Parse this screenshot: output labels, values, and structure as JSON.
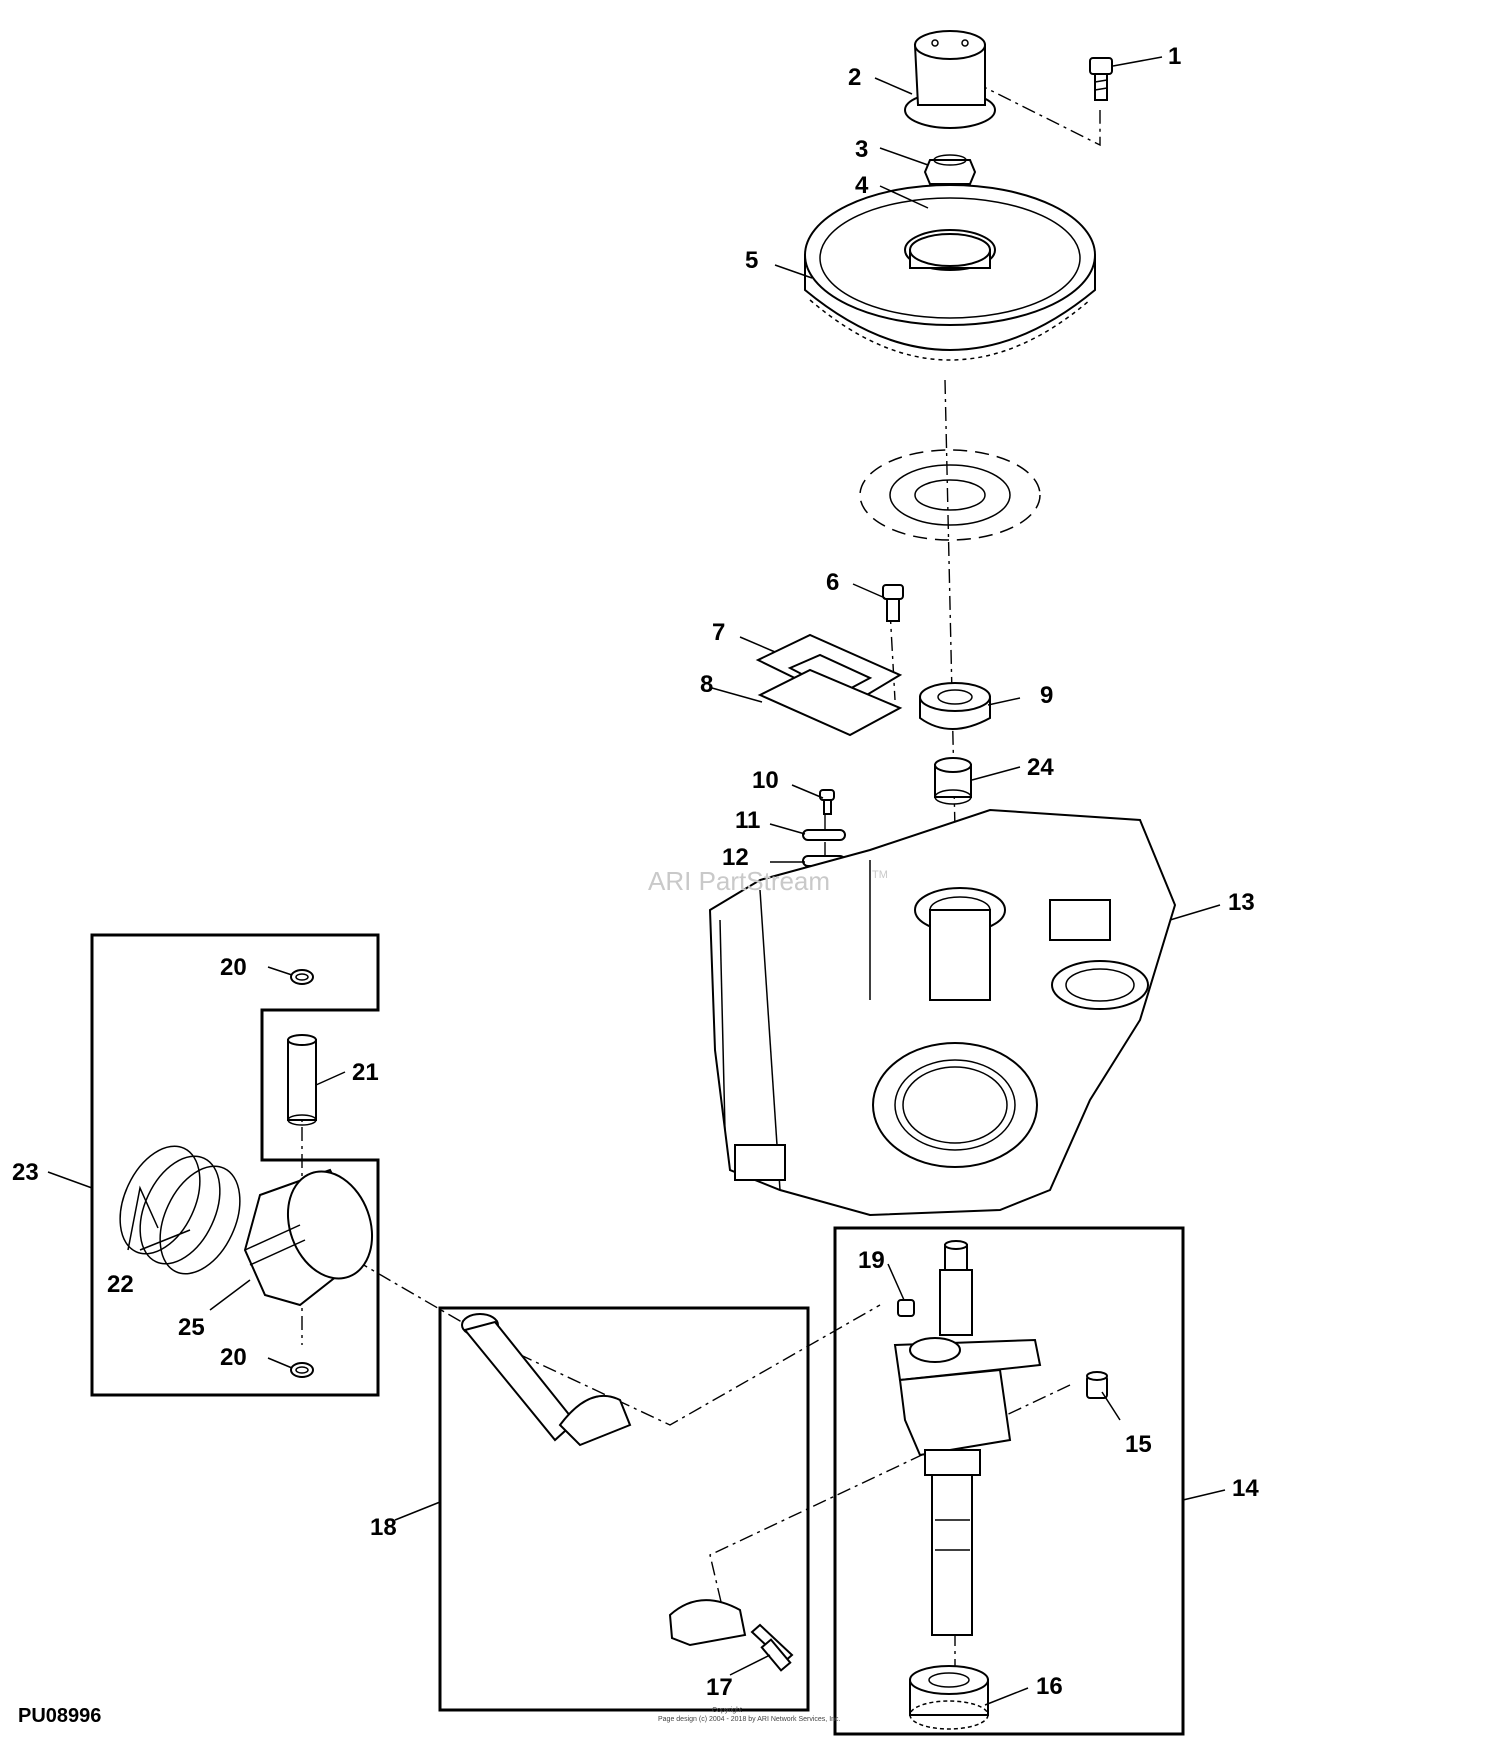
{
  "diagram": {
    "document_id": "PU08996",
    "watermark": "ARI PartStream",
    "watermark_tm": "TM",
    "copyright_line1": "Copyright",
    "copyright_line2": "Page design (c) 2004 - 2018 by ARI Network Services, Inc.",
    "callouts": {
      "c1": "1",
      "c2": "2",
      "c3": "3",
      "c4": "4",
      "c5": "5",
      "c6": "6",
      "c7": "7",
      "c8": "8",
      "c9": "9",
      "c10": "10",
      "c11": "11",
      "c12": "12",
      "c13": "13",
      "c14": "14",
      "c15": "15",
      "c16": "16",
      "c17": "17",
      "c18": "18",
      "c19": "19",
      "c20a": "20",
      "c20b": "20",
      "c21": "21",
      "c22": "22",
      "c23": "23",
      "c24": "24",
      "c25": "25"
    }
  }
}
